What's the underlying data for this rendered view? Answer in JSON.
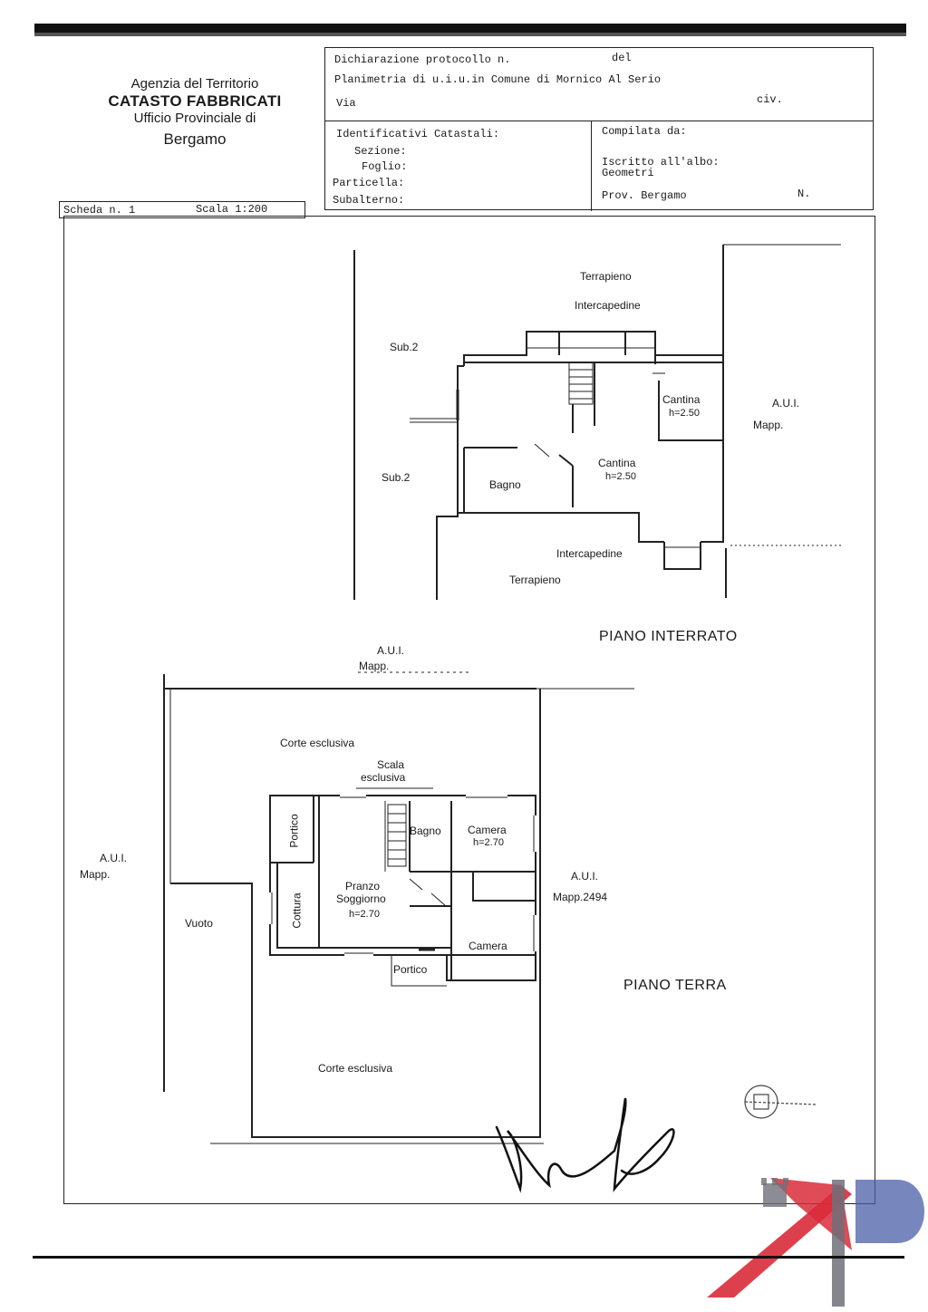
{
  "agency": {
    "line1": "Agenzia del Territorio",
    "line2": "CATASTO FABBRICATI",
    "line3": "Ufficio Provinciale di",
    "line4": "Bergamo"
  },
  "header": {
    "dichiarazione": "Dichiarazione protocollo n.",
    "del": "del",
    "planimetria": "Planimetria di u.i.u.in Comune di Mornico Al Serio",
    "via": "Via",
    "civ": "civ.",
    "identificativi": "Identificativi Catastali:",
    "sezione": "Sezione:",
    "foglio": "Foglio:",
    "particella": "Particella:",
    "subalterno": "Subalterno:",
    "compilata": "Compilata da:",
    "iscritto": "Iscritto all'albo:",
    "albo": "Geometri",
    "prov": "Prov. Bergamo",
    "n": "N."
  },
  "scheda": {
    "scheda": "Scheda n. 1",
    "scala": "Scala 1:200"
  },
  "interrato": {
    "title": "PIANO INTERRATO",
    "terrapieno_top": "Terrapieno",
    "intercapedine_top": "Intercapedine",
    "sub2_a": "Sub.2",
    "sub2_b": "Sub.2",
    "cantina1": "Cantina",
    "cantina1_h": "h=2.50",
    "aui": "A.U.I.",
    "mapp": "Mapp.",
    "cantina2": "Cantina",
    "cantina2_h": "h=2.50",
    "bagno": "Bagno",
    "intercapedine_bottom": "Intercapedine",
    "terrapieno_bottom": "Terrapieno"
  },
  "terra": {
    "title": "PIANO TERRA",
    "aui_top": "A.U.I.",
    "mapp_top": "Mapp.",
    "corte_top": "Corte esclusiva",
    "scala": "Scala",
    "esclusiva": "esclusiva",
    "portico_left": "Portico",
    "bagno": "Bagno",
    "camera1": "Camera",
    "camera1_h": "h=2.70",
    "aui_left": "A.U.I.",
    "mapp_left": "Mapp.",
    "cottura": "Cottura",
    "pranzo": "Pranzo",
    "soggiorno": "Soggiorno",
    "pranzo_h": "h=2.70",
    "aui_right": "A.U.I.",
    "mapp_right": "Mapp.2494",
    "vuoto": "Vuoto",
    "camera2": "Camera",
    "portico_bottom": "Portico",
    "corte_bottom": "Corte esclusiva"
  },
  "colors": {
    "logo_red": "#d92b3a",
    "logo_blue": "#4a5fa8",
    "logo_gray": "#6f7079"
  }
}
